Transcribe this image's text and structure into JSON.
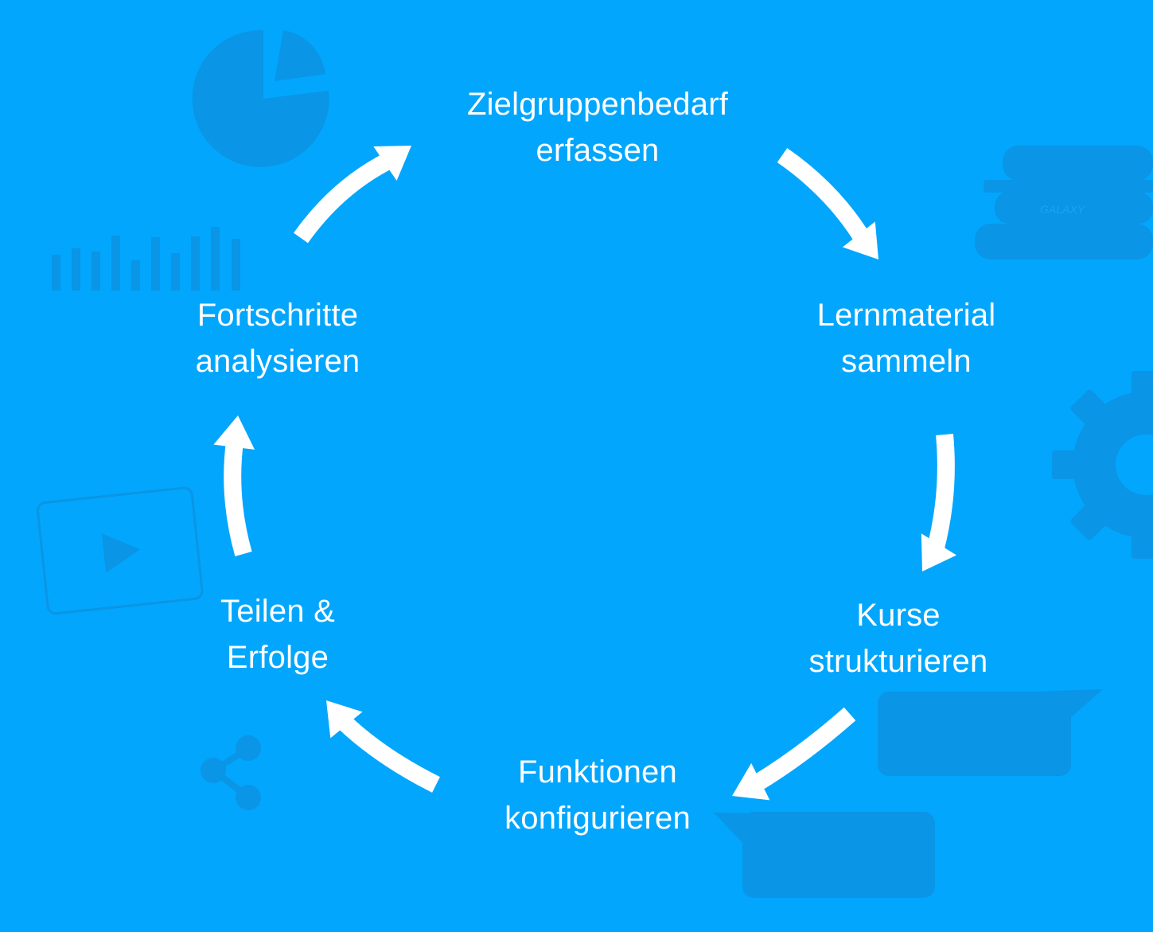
{
  "theme": {
    "background": "#02a6fd",
    "text": "#ffffff",
    "arrow": "#ffffff",
    "decoration": "#0a95e6"
  },
  "decorations": {
    "book_spine_label": "GALAXY"
  },
  "steps": [
    {
      "line1": "Zielgruppenbedarf",
      "line2": "erfassen"
    },
    {
      "line1": "Lernmaterial",
      "line2": "sammeln"
    },
    {
      "line1": "Kurse",
      "line2": "strukturieren"
    },
    {
      "line1": "Funktionen",
      "line2": "konfigurieren"
    },
    {
      "line1": "Teilen &",
      "line2": "Erfolge"
    },
    {
      "line1": "Fortschritte",
      "line2": "analysieren"
    }
  ]
}
